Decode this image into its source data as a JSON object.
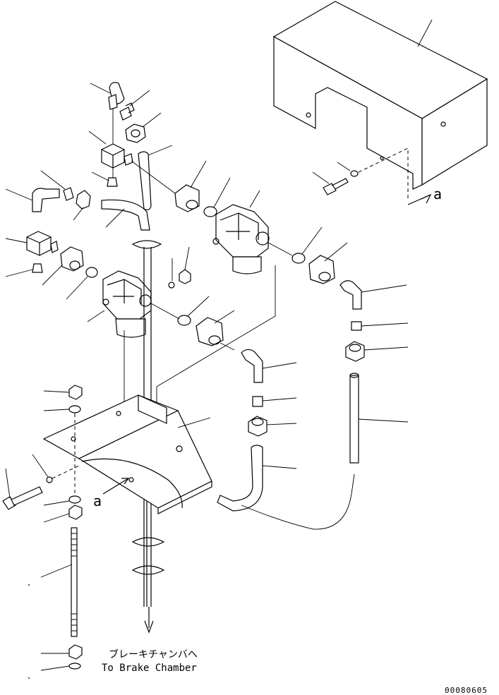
{
  "view_marker": "a",
  "destination_jp": "ブレーキチャンバへ",
  "destination_en": "To Brake Chamber",
  "drawing_number": "00080605"
}
